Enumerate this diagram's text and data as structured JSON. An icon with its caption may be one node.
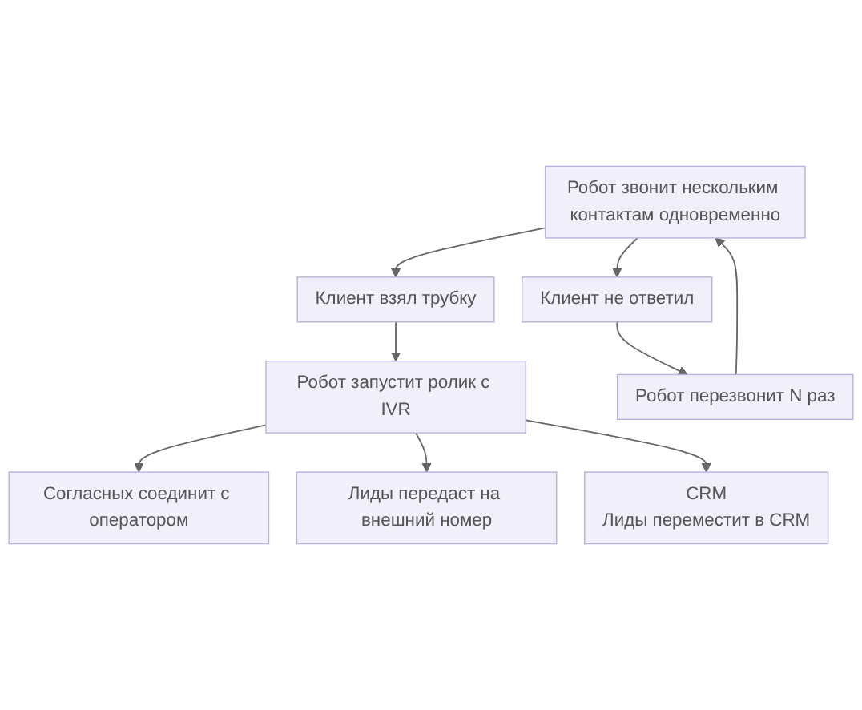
{
  "diagram": {
    "nodes": [
      {
        "text": [
          "Робот звонит нескольким контактам одновременно"
        ]
      },
      {
        "text": [
          "Клиент взял трубку"
        ]
      },
      {
        "text": [
          "Клиент не ответил"
        ]
      },
      {
        "text": [
          "Робот запустит ролик с IVR"
        ]
      },
      {
        "text": [
          "Робот перезвонит N раз"
        ]
      },
      {
        "text": [
          "Согласных соединит с оператором"
        ]
      },
      {
        "text": [
          "Лиды передаст на внешний номер"
        ]
      },
      {
        "text": [
          "CRM",
          "Лиды переместит в CRM"
        ]
      }
    ],
    "edges": [
      {
        "from": 0,
        "to": 1,
        "arrow": "to"
      },
      {
        "from": 0,
        "to": 2,
        "arrow": "to"
      },
      {
        "from": 1,
        "to": 3,
        "arrow": "to"
      },
      {
        "from": 2,
        "to": 4,
        "arrow": "to"
      },
      {
        "from": 4,
        "to": 0,
        "arrow": "to"
      },
      {
        "from": 3,
        "to": 5,
        "arrow": "to"
      },
      {
        "from": 3,
        "to": 6,
        "arrow": "to"
      },
      {
        "from": 3,
        "to": 7,
        "arrow": "to"
      }
    ]
  }
}
